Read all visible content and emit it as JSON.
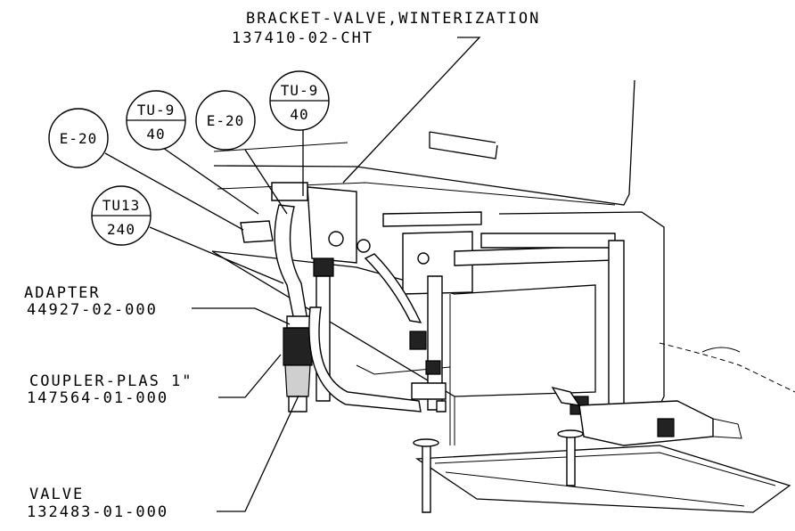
{
  "callouts": {
    "bracket": {
      "name": "BRACKET-VALVE,WINTERIZATION",
      "part": "137410-02-CHT"
    },
    "adapter": {
      "name": "ADAPTER",
      "part": "44927-02-000"
    },
    "coupler": {
      "name": "COUPLER-PLAS 1\"",
      "part": "147564-01-000"
    },
    "valve": {
      "name": "VALVE",
      "part": "132483-01-000"
    }
  },
  "bubbles": [
    {
      "id": "e20_left",
      "text": "E-20"
    },
    {
      "id": "tu9_left",
      "top": "TU-9",
      "bottom": "40"
    },
    {
      "id": "e20_mid",
      "text": "E-20"
    },
    {
      "id": "tu9_right",
      "top": "TU-9",
      "bottom": "40"
    },
    {
      "id": "tu13",
      "top": "TU13",
      "bottom": "240"
    }
  ]
}
